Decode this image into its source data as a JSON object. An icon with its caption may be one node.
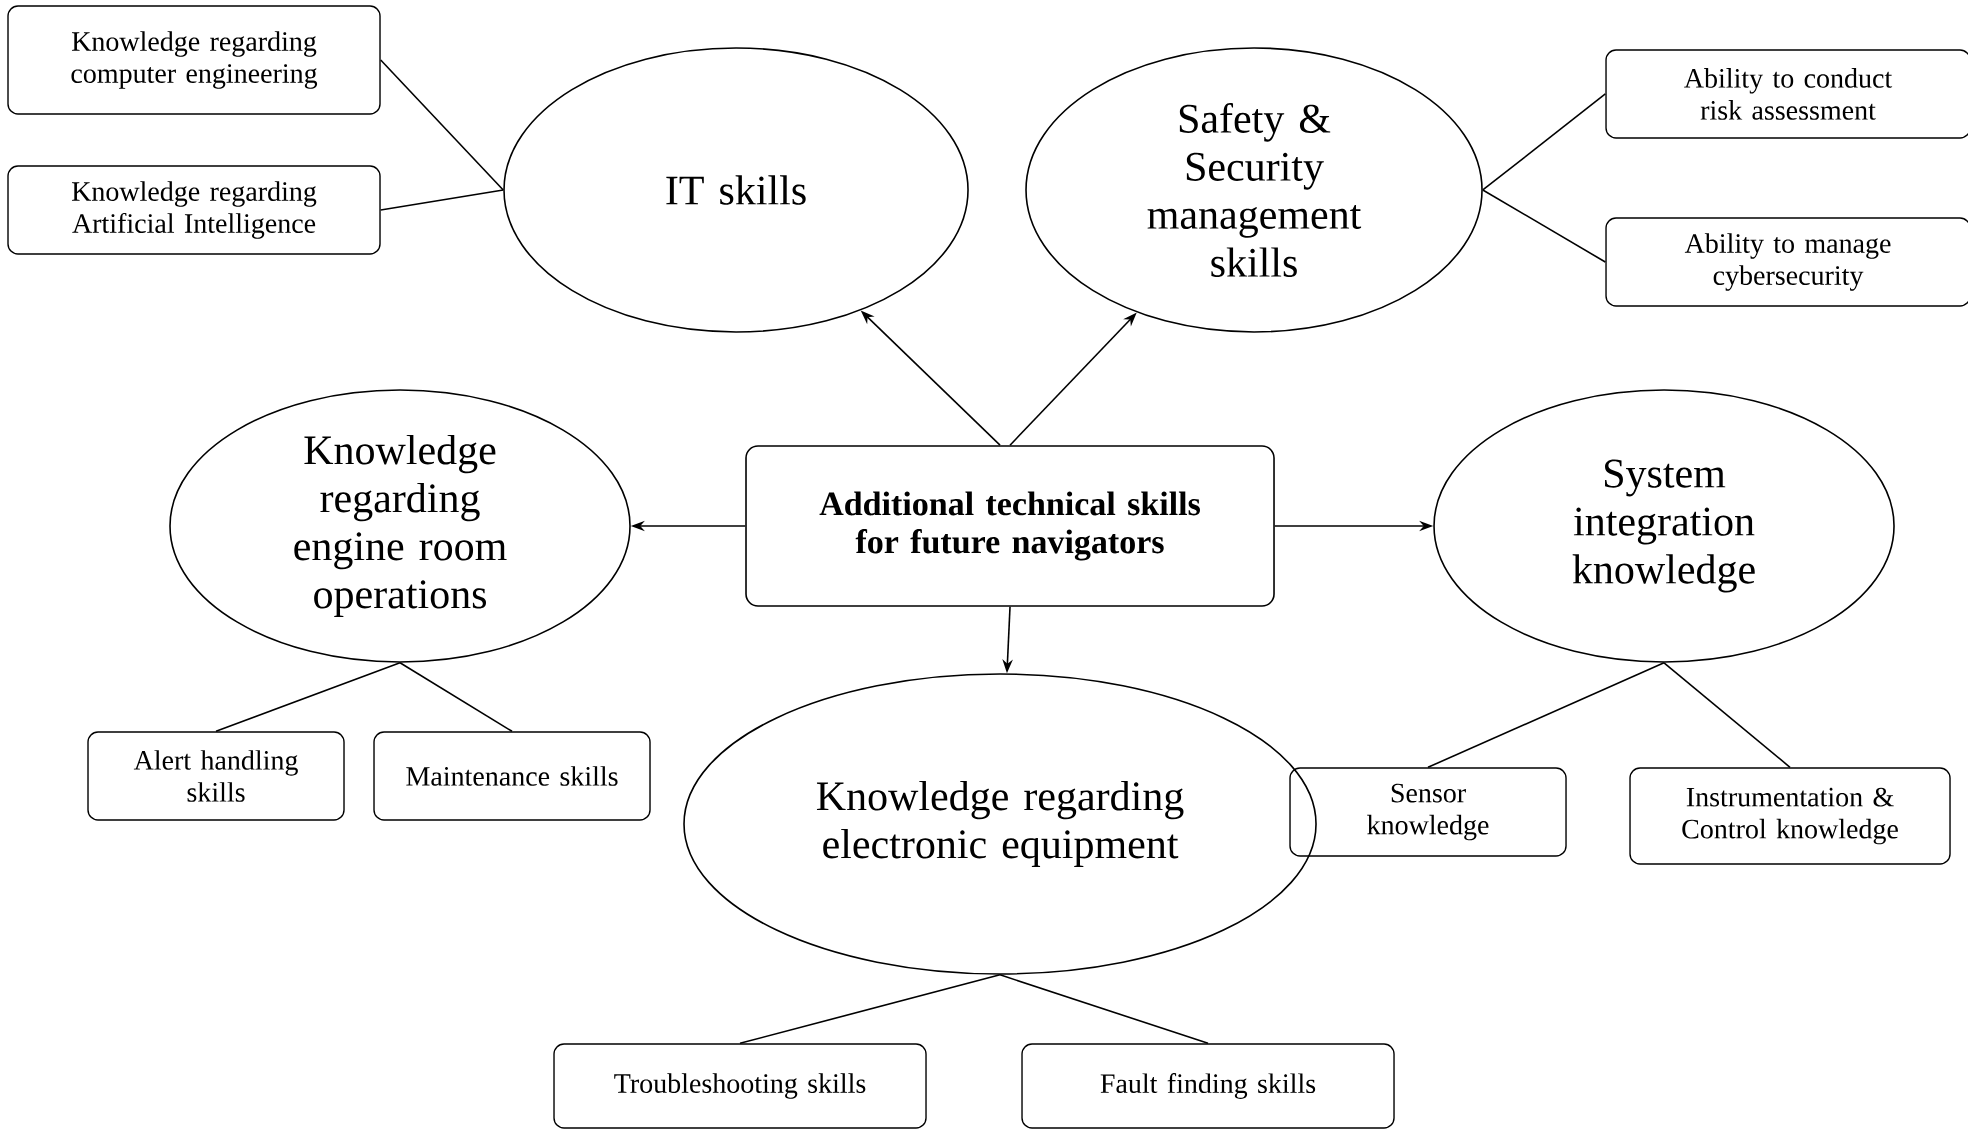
{
  "diagram": {
    "nodes": [
      {
        "text": [
          "Additional technical skills for future navigators"
        ]
      },
      {
        "text": [
          "IT skills"
        ]
      },
      {
        "text": [
          "Safety & Security management skills"
        ]
      },
      {
        "text": [
          "Knowledge regarding engine room operations"
        ]
      },
      {
        "text": [
          "System integration knowledge"
        ]
      },
      {
        "text": [
          "Knowledge regarding electronic equipment"
        ]
      },
      {
        "text": [
          "Knowledge regarding computer engineering"
        ]
      },
      {
        "text": [
          "Knowledge regarding Artificial Intelligence"
        ]
      },
      {
        "text": [
          "Ability to conduct risk assessment"
        ]
      },
      {
        "text": [
          "Ability to manage cybersecurity"
        ]
      },
      {
        "text": [
          "Alert handling skills"
        ]
      },
      {
        "text": [
          "Maintenance skills"
        ]
      },
      {
        "text": [
          "Sensor knowledge"
        ]
      },
      {
        "text": [
          "Instrumentation & Control knowledge"
        ]
      },
      {
        "text": [
          "Troubleshooting skills"
        ]
      },
      {
        "text": [
          "Fault finding skills"
        ]
      }
    ],
    "edges": [
      {
        "from": 0,
        "to": 1,
        "arrow": "to"
      },
      {
        "from": 0,
        "to": 2,
        "arrow": "to"
      },
      {
        "from": 0,
        "to": 3,
        "arrow": "to"
      },
      {
        "from": 0,
        "to": 4,
        "arrow": "to"
      },
      {
        "from": 0,
        "to": 5,
        "arrow": "to"
      },
      {
        "from": 1,
        "to": 6,
        "arrow": "none"
      },
      {
        "from": 1,
        "to": 7,
        "arrow": "none"
      },
      {
        "from": 2,
        "to": 8,
        "arrow": "none"
      },
      {
        "from": 2,
        "to": 9,
        "arrow": "none"
      },
      {
        "from": 3,
        "to": 10,
        "arrow": "none"
      },
      {
        "from": 3,
        "to": 11,
        "arrow": "none"
      },
      {
        "from": 4,
        "to": 12,
        "arrow": "none"
      },
      {
        "from": 4,
        "to": 13,
        "arrow": "none"
      },
      {
        "from": 5,
        "to": 14,
        "arrow": "none"
      },
      {
        "from": 5,
        "to": 15,
        "arrow": "none"
      }
    ]
  }
}
